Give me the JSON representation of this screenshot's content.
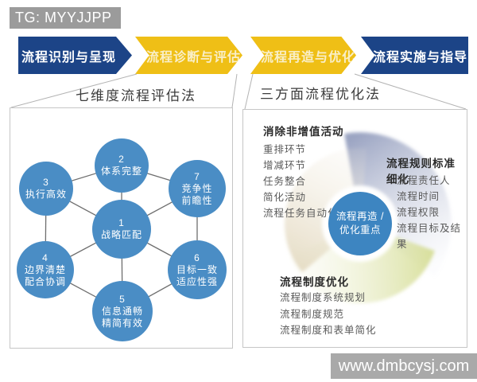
{
  "tag": {
    "label": "TG: MYYJJPP"
  },
  "flow": {
    "steps": [
      {
        "label": "流程识别与呈现",
        "style": "blue"
      },
      {
        "label": "流程诊断与评估",
        "style": "yellow"
      },
      {
        "label": "流程再造与优化",
        "style": "yellow"
      },
      {
        "label": "流程实施与指导",
        "style": "blue"
      }
    ]
  },
  "left_panel": {
    "title": "七维度流程评估法",
    "circles": [
      {
        "lines": [
          "1",
          "战略匹配"
        ]
      },
      {
        "lines": [
          "2",
          "体系完整"
        ]
      },
      {
        "lines": [
          "3",
          "执行高效"
        ]
      },
      {
        "lines": [
          "4",
          "边界清楚",
          "配合协调"
        ]
      },
      {
        "lines": [
          "5",
          "信息通畅",
          "精简有效"
        ]
      },
      {
        "lines": [
          "6",
          "目标一致",
          "适应性强"
        ]
      },
      {
        "lines": [
          "7",
          "竞争性",
          "前瞻性"
        ]
      }
    ]
  },
  "right_panel": {
    "title": "三方面流程优化法",
    "center_circle": {
      "lines": [
        "流程再造 /",
        "优化重点"
      ]
    },
    "sections": [
      {
        "heading": "消除非增值活动",
        "items": [
          "重排环节",
          "增减环节",
          "任务整合",
          "简化活动",
          "流程任务自动化"
        ]
      },
      {
        "heading": "流程规则标准细化",
        "items": [
          "流程责任人",
          "流程时间",
          "流程权限",
          "流程目标及结果"
        ]
      },
      {
        "heading": "流程制度优化",
        "items": [
          "流程制度系统规划",
          "流程制度规范",
          "流程制度和表单简化"
        ]
      }
    ]
  },
  "watermark": {
    "label": "www.dmbcysj.com"
  },
  "colors": {
    "arrow_blue": "#1c4487",
    "arrow_yellow": "#efbf16",
    "dimension_circle_blue": "#4a8dc5",
    "center_circle_blue": "#3d85c1",
    "tag_gray": "#9b9b9b",
    "watermark_gray": "#a9a9a9",
    "swirl_lavender": "#929cbd",
    "swirl_yellow_green": "#d3db8e",
    "swirl_beige": "#e3d9bf"
  }
}
